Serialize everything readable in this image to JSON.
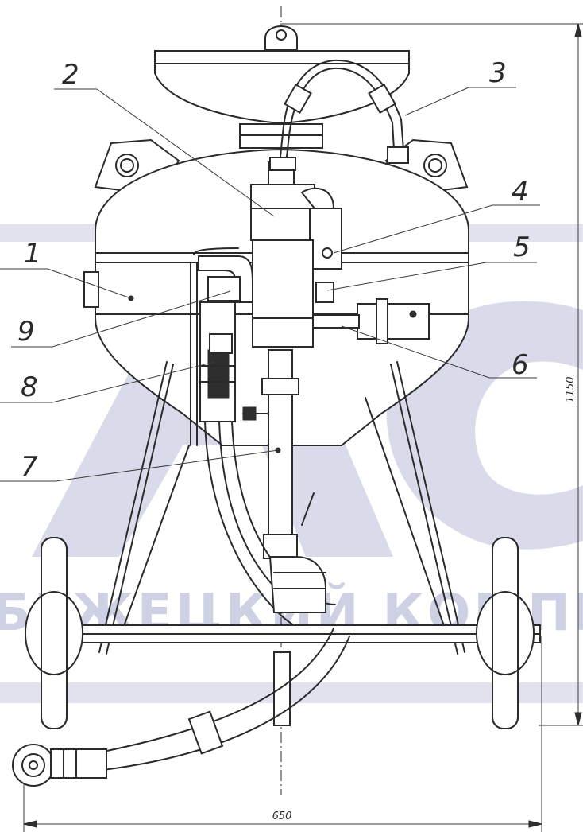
{
  "drawing": {
    "callouts": [
      "1",
      "2",
      "3",
      "4",
      "5",
      "6",
      "7",
      "8",
      "9"
    ],
    "dimensions": {
      "height": "1150",
      "width": "650"
    },
    "watermark": {
      "letters": "АС",
      "text": "БЕЖЕЦКИЙ КОМПР"
    }
  }
}
